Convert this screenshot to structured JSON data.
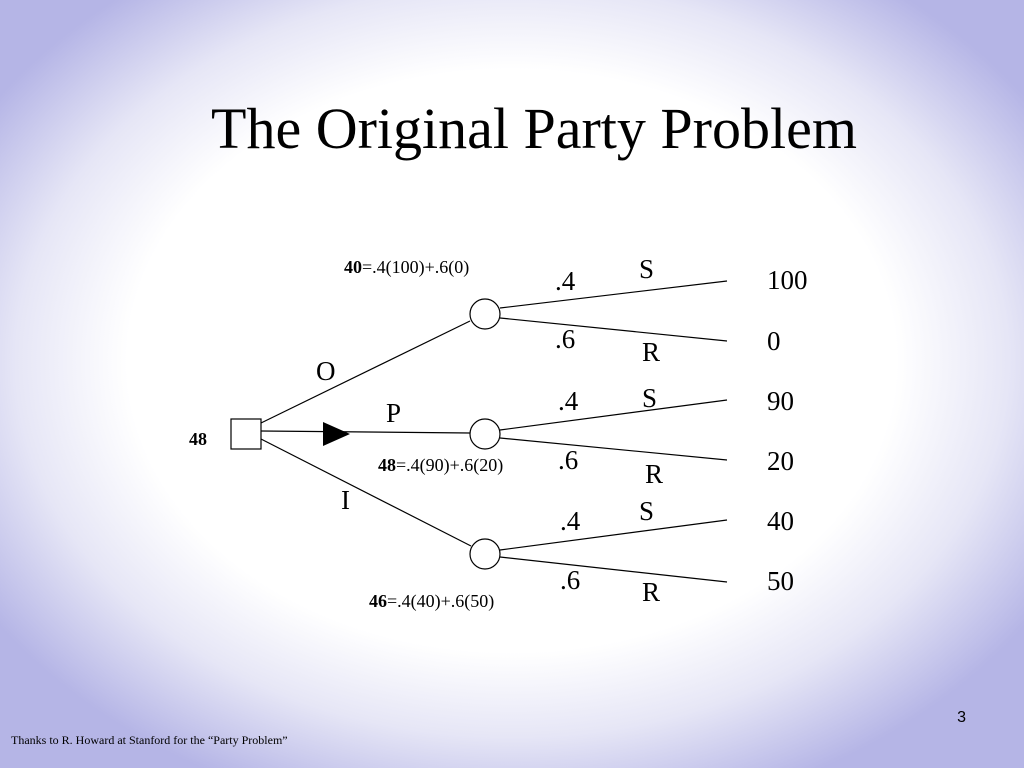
{
  "slide": {
    "title": "The Original Party Problem",
    "slide_number": "3",
    "footer": "Thanks to R. Howard at Stanford for the “Party Problem”"
  },
  "tree": {
    "root_value": "48",
    "decisions": [
      {
        "label": "O"
      },
      {
        "label": "P"
      },
      {
        "label": "I"
      }
    ],
    "chance_nodes": [
      {
        "value": "40",
        "formula": "=.4(100)+.6(0)"
      },
      {
        "value": "48",
        "formula": "=.4(90)+.6(20)"
      },
      {
        "value": "46",
        "formula": "=.4(40)+.6(50)"
      }
    ],
    "branches": [
      {
        "prob": ".4",
        "outcome": "S",
        "payoff": "100"
      },
      {
        "prob": ".6",
        "outcome": "R",
        "payoff": "0"
      },
      {
        "prob": ".4",
        "outcome": "S",
        "payoff": "90"
      },
      {
        "prob": ".6",
        "outcome": "R",
        "payoff": "20"
      },
      {
        "prob": ".4",
        "outcome": "S",
        "payoff": "40"
      },
      {
        "prob": ".6",
        "outcome": "R",
        "payoff": "50"
      }
    ]
  }
}
